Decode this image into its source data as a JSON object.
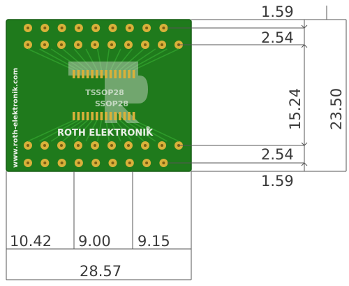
{
  "board": {
    "brand_text": "ROTH ELEKTRONIK",
    "brand_mark": "®",
    "side_text": "www.roth-elektronik.com",
    "package_top": "TSSOP28",
    "package_bottom": "SSOP28",
    "colors": {
      "pcb": "#1f7a1c",
      "pad": "#d9b13a",
      "silkscreen": "#e9efe6"
    }
  },
  "dimensions": {
    "right": {
      "top_edge": "1.59",
      "top_pitch": "2.54",
      "row_spacing": "15.24",
      "bottom_pitch": "2.54",
      "bottom_edge": "1.59",
      "overall_height": "23.50"
    },
    "bottom": {
      "left_segment": "10.42",
      "middle_segment": "9.00",
      "right_segment": "9.15",
      "overall_width": "28.57"
    }
  }
}
